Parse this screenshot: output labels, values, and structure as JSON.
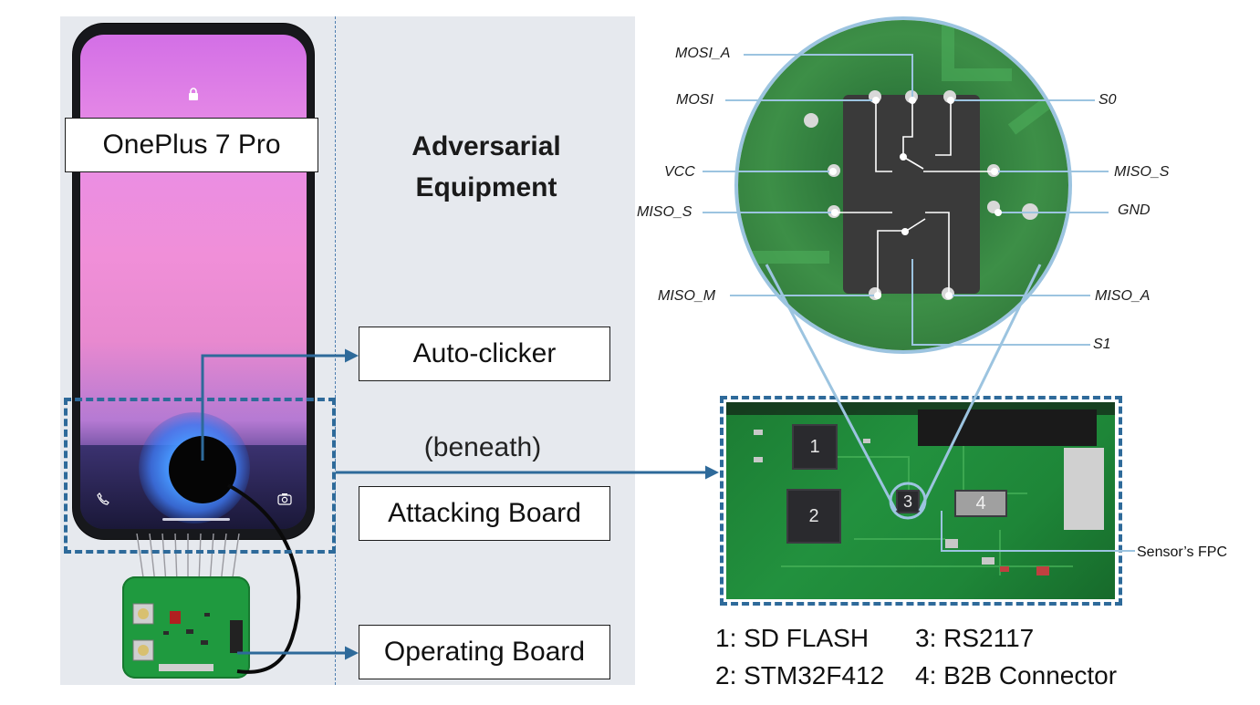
{
  "labels": {
    "phone_model": "OnePlus 7 Pro",
    "adversarial_line1": "Adversarial",
    "adversarial_line2": "Equipment",
    "auto_clicker": "Auto-clicker",
    "beneath": "(beneath)",
    "attacking_board": "Attacking Board",
    "operating_board": "Operating Board",
    "sensor_fpc": "Sensor’s FPC"
  },
  "pins": {
    "mosi_a": "MOSI_A",
    "mosi": "MOSI",
    "s0": "S0",
    "vcc": "VCC",
    "miso_s_right": "MISO_S",
    "miso_s_left": "MISO_S",
    "gnd": "GND",
    "miso_m": "MISO_M",
    "miso_a": "MISO_A",
    "s1": "S1"
  },
  "chips": {
    "c1": "1",
    "c2": "2",
    "c3": "3",
    "c4": "4"
  },
  "legend": {
    "item1": "1: SD FLASH",
    "item2": "2: STM32F412",
    "item3": "3: RS2117",
    "item4": "4: B2B Connector"
  },
  "colors": {
    "accent_blue": "#2e6a9a",
    "zoom_ring": "#9cc4e0"
  }
}
